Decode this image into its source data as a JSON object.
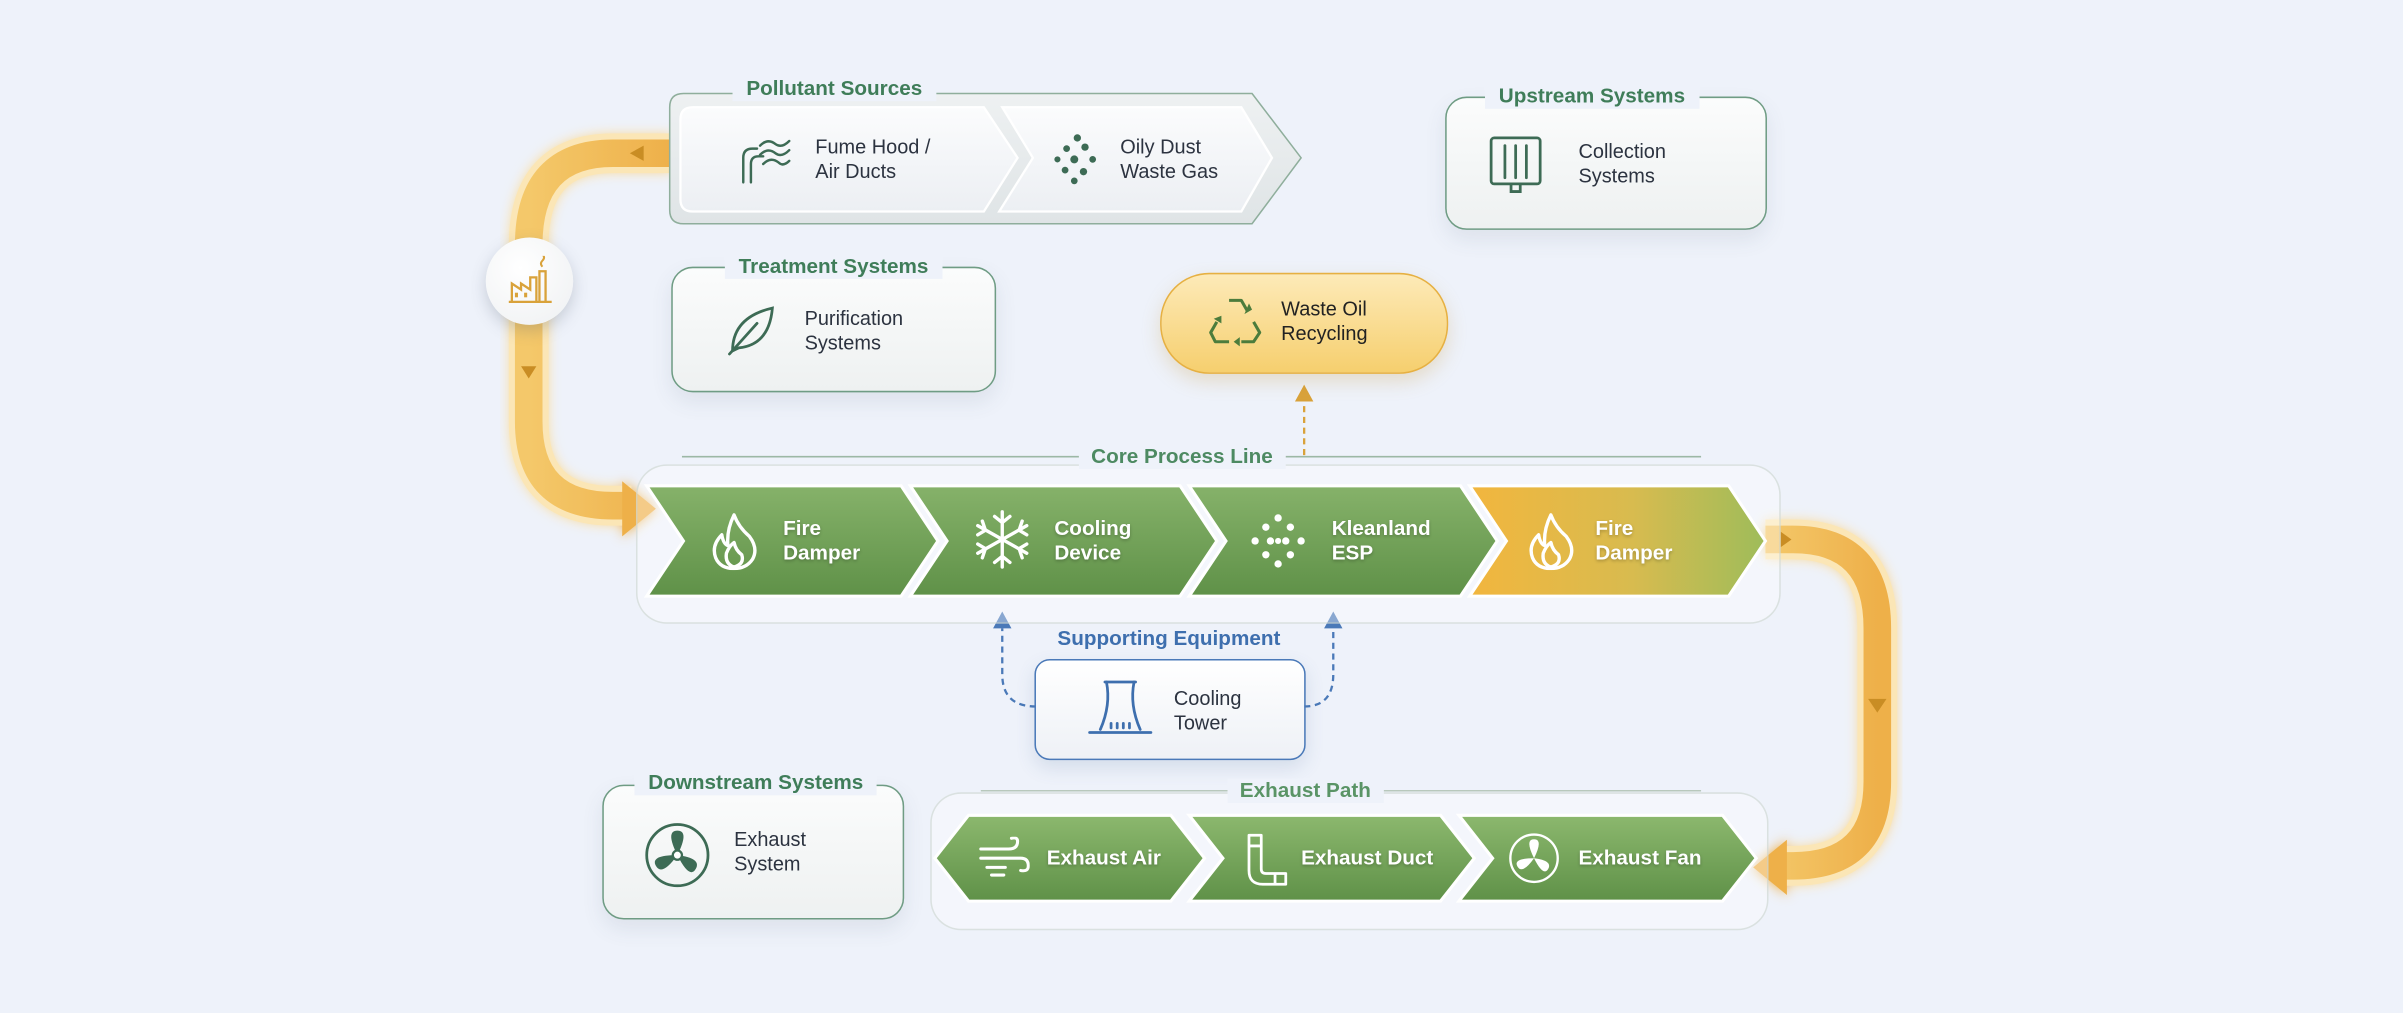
{
  "pollutant_sources": {
    "title": "Pollutant Sources",
    "items": [
      {
        "label": "Fume Hood /\nAir Ducts",
        "icon": "fume-icon"
      },
      {
        "label": "Oily Dust\nWaste Gas",
        "icon": "dust-icon"
      }
    ]
  },
  "upstream_systems": {
    "title": "Upstream Systems",
    "label": "Collection\nSystems",
    "icon": "collection-icon"
  },
  "treatment_systems": {
    "title": "Treatment Systems",
    "label": "Purification\nSystems",
    "icon": "leaf-icon"
  },
  "waste_oil": {
    "label": "Waste Oil\nRecycling",
    "icon": "recycle-icon"
  },
  "core_process_line": {
    "title": "Core Process Line",
    "steps": [
      {
        "label": "Fire\nDamper",
        "icon": "flame-icon"
      },
      {
        "label": "Cooling\nDevice",
        "icon": "snowflake-icon"
      },
      {
        "label": "Kleanland\nESP",
        "icon": "esp-dots-icon"
      },
      {
        "label": "Fire\nDamper",
        "icon": "flame-icon"
      }
    ]
  },
  "supporting_equipment": {
    "title": "Supporting Equipment",
    "label": "Cooling\nTower",
    "icon": "cooling-tower-icon"
  },
  "downstream_systems": {
    "title": "Downstream Systems",
    "label": "Exhaust\nSystem",
    "icon": "fan-icon"
  },
  "exhaust_path": {
    "title": "Exhaust Path",
    "steps": [
      {
        "label": "Exhaust Air",
        "icon": "wind-icon"
      },
      {
        "label": "Exhaust Duct",
        "icon": "duct-icon"
      },
      {
        "label": "Exhaust Fan",
        "icon": "fan-icon"
      }
    ]
  },
  "factory_node": {
    "icon": "factory-icon"
  },
  "colors": {
    "green_dark": "#5f9148",
    "green_light": "#8fb870",
    "orange": "#f0b545",
    "orange_light": "#f6cf6e",
    "group_border": "#6f9c84",
    "blue": "#4a79b8",
    "title_green": "#3f7d59"
  }
}
